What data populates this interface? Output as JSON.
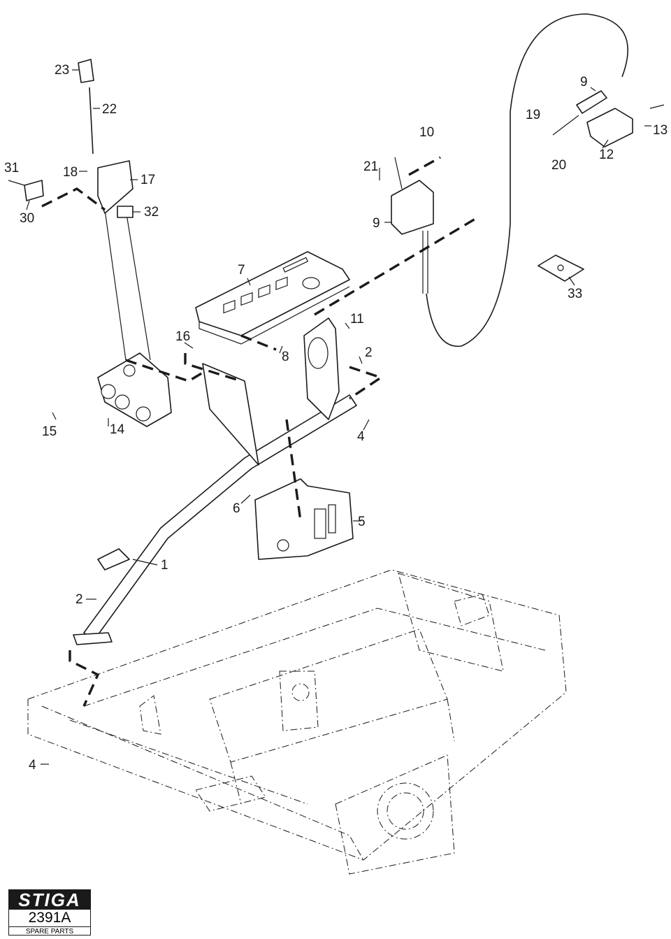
{
  "figure": {
    "part_callouts": [
      {
        "id": "c23",
        "label": "23"
      },
      {
        "id": "c22",
        "label": "22"
      },
      {
        "id": "c31",
        "label": "31"
      },
      {
        "id": "c18",
        "label": "18"
      },
      {
        "id": "c17",
        "label": "17"
      },
      {
        "id": "c30",
        "label": "30"
      },
      {
        "id": "c32",
        "label": "32"
      },
      {
        "id": "c16",
        "label": "16"
      },
      {
        "id": "c15",
        "label": "15"
      },
      {
        "id": "c14",
        "label": "14"
      },
      {
        "id": "c7",
        "label": "7"
      },
      {
        "id": "c8",
        "label": "8"
      },
      {
        "id": "c11",
        "label": "11"
      },
      {
        "id": "c2a",
        "label": "2"
      },
      {
        "id": "c4a",
        "label": "4"
      },
      {
        "id": "c6",
        "label": "6"
      },
      {
        "id": "c5",
        "label": "5"
      },
      {
        "id": "c1",
        "label": "1"
      },
      {
        "id": "c2b",
        "label": "2"
      },
      {
        "id": "c4b",
        "label": "4"
      },
      {
        "id": "c21",
        "label": "21"
      },
      {
        "id": "c10",
        "label": "10"
      },
      {
        "id": "c9a",
        "label": "9"
      },
      {
        "id": "c9b",
        "label": "9"
      },
      {
        "id": "c19",
        "label": "19"
      },
      {
        "id": "c20",
        "label": "20"
      },
      {
        "id": "c12",
        "label": "12"
      },
      {
        "id": "c13",
        "label": "13"
      },
      {
        "id": "c33",
        "label": "33"
      }
    ]
  },
  "footer": {
    "brand": "STIGA",
    "drawing_number": "2391A",
    "sheet_title": "SPARE PARTS"
  }
}
